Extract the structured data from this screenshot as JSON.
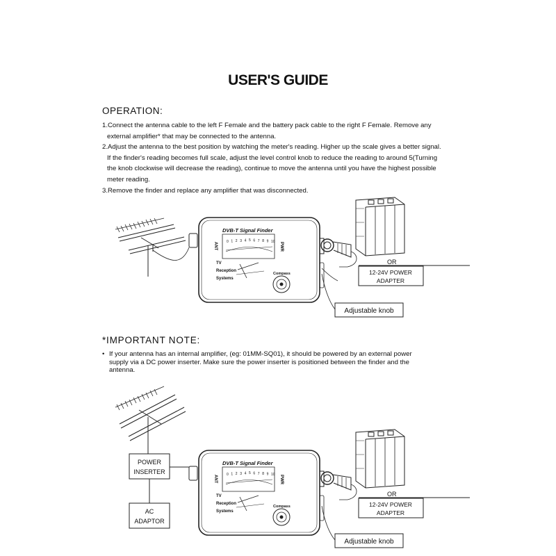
{
  "title": "USER'S GUIDE",
  "operation": {
    "heading": "OPERATION:",
    "steps": [
      "1.Connect the antenna cable to the left F Female and the battery pack cable to the right F Female. Remove any external amplifier* that may be connected to the antenna.",
      "2.Adjust the antenna to the best position by watching the meter's reading. Higher up the scale gives a better signal. If the finder's reading becomes full scale, adjust the level control knob to reduce the reading to around 5(Turning the knob clockwise will decrease the reading), continue to move the antenna until you have the highest possible meter reading.",
      "3.Remove the finder and replace any amplifier that was disconnected."
    ]
  },
  "device": {
    "name": "DVB-T Signal Finder",
    "ant": "ANT",
    "pwr": "PWR",
    "tv_lines": [
      "TV",
      "Reception",
      "Systems"
    ],
    "compass": "Compass",
    "scale": [
      "0",
      "1",
      "2",
      "3",
      "4",
      "5",
      "6",
      "7",
      "8",
      "9",
      "10"
    ]
  },
  "labels": {
    "or": "OR",
    "power_adapter": [
      "12-24V POWER",
      "ADAPTER"
    ],
    "adjustable_knob": "Adjustable knob",
    "power_inserter": [
      "POWER",
      "INSERTER"
    ],
    "ac_adaptor": [
      "AC",
      "ADAPTOR"
    ]
  },
  "important": {
    "heading": "*IMPORTANT NOTE:",
    "text": "If your antenna has an internal amplifier, (eg: 01MM-SQ01), it should be powered by an external power supply via a DC power inserter. Make sure the power inserter is positioned between the finder and the antenna."
  }
}
